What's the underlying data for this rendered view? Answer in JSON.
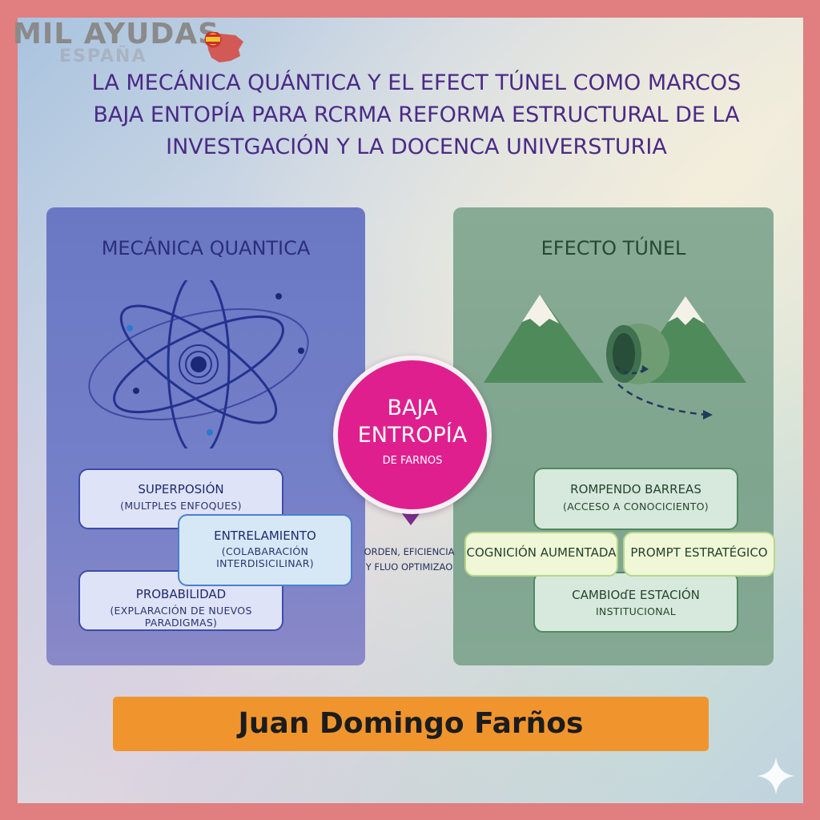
{
  "logo": {
    "main": "MIL AYUDAS",
    "sub": "ESPAÑA"
  },
  "title_lines": [
    "LA MECÁNICA QUÁNTICA Y EL EFECT  TÚNEL COMO MARCOS",
    "BAJA ENTOPÍA PARA RCRMA REFORMA ESTRUCTURAL DE LA",
    "INVESTGACIÓN Y LA DOCENCA UNIVERSTURIA"
  ],
  "left_panel": {
    "title": "MECÁNICA QUANTICA",
    "icon": "atom-icon",
    "boxes": [
      {
        "heading": "SUPERPOSIÓN",
        "sub": "(MULTPLES ENFOQUES)"
      },
      {
        "heading": "ENTRELAMIENTO",
        "sub1": "(COLABARACIÓN",
        "sub2": "INTERDISICILINAR)"
      },
      {
        "heading": "PROBABILIDAD",
        "sub": "(EXPLARACIÓN DE NUEVOS PARADIGMAS)"
      }
    ]
  },
  "center": {
    "line1": "BAJA",
    "line2": "ENTROPÍA",
    "line3": "DE FARNOS",
    "note_line1": "ORDEN, EFICIENCIA",
    "note_line2": "Y FLUO OPTIMIZAO"
  },
  "right_panel": {
    "title": "EFECTO TÚNEL",
    "icon": "mountain-tunnel-icon",
    "boxes": [
      {
        "heading": "ROMPENDO BARREAS",
        "sub": "(ACCESO A CONOCICIENTO)"
      },
      {
        "heading": "COGNICIÓN AUMENTADA"
      },
      {
        "heading": "PROMPT ESTRATÉGICO"
      },
      {
        "heading": "CAMBIOɗE ESTACIÓN",
        "sub": "INSTITUCIONAL"
      }
    ]
  },
  "author": "Juan Domingo Farños",
  "colors": {
    "frame": "#e07e80",
    "title": "#4b2a86",
    "left_panel": "#6a78c4",
    "right_panel": "#88ab95",
    "center_circle": "#e01f8e",
    "author_bar": "#f0952e"
  }
}
